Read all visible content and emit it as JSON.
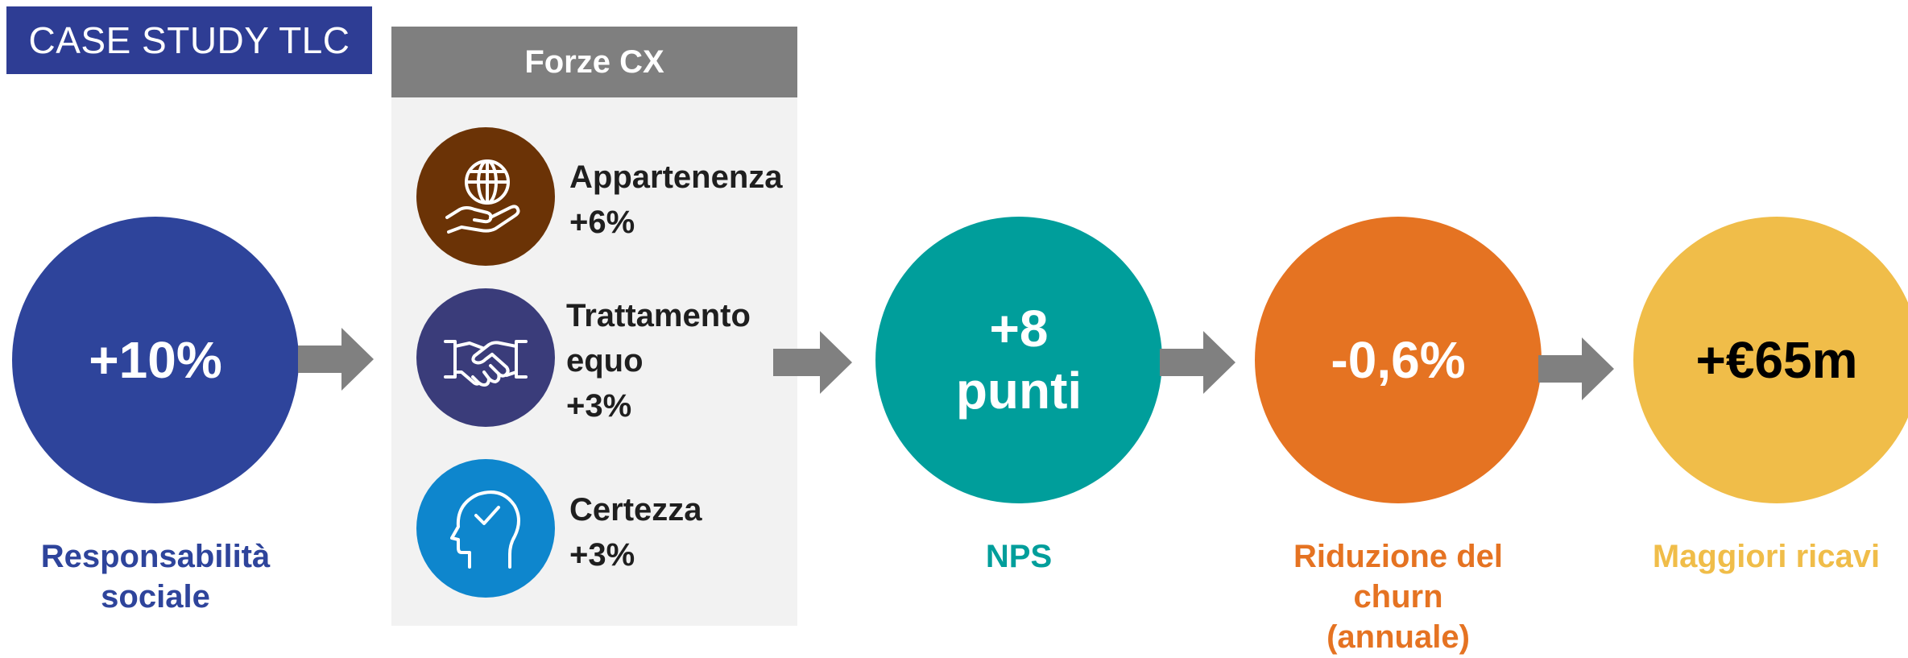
{
  "badge": {
    "title": "CASE STUDY TLC"
  },
  "panel": {
    "header": "Forze CX"
  },
  "forces": [
    {
      "name": "Appartenenza",
      "value": "+6%",
      "icon": "globe-in-hand-icon",
      "color": "#6b3306"
    },
    {
      "name_line1": "Trattamento",
      "name_line2": "equo",
      "value": "+3%",
      "icon": "handshake-icon",
      "color": "#3a3c7a"
    },
    {
      "name": "Certezza",
      "value": "+3%",
      "icon": "head-check-icon",
      "color": "#0e86cd"
    }
  ],
  "steps": [
    {
      "value": "+10%",
      "label_line1": "Responsabilità",
      "label_line2": "sociale",
      "color": "#2e449b"
    },
    {
      "value_line1": "+8",
      "value_line2": "punti",
      "label": "NPS",
      "color": "#009e9b"
    },
    {
      "value": "-0,6%",
      "label_line1": "Riduzione del",
      "label_line2": "churn",
      "label_line3": "(annuale)",
      "color": "#e57322"
    },
    {
      "value": "+€65m",
      "label": "Maggiori ricavi",
      "color": "#f0bd49"
    }
  ],
  "arrow_color": "#808080"
}
